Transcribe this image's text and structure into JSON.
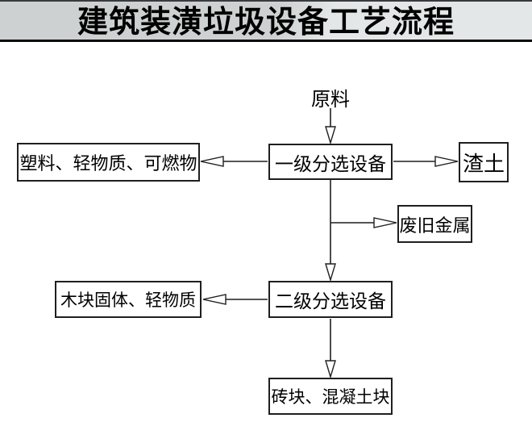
{
  "header": {
    "title": "建筑装潢垃圾设备工艺流程"
  },
  "flowchart": {
    "source_label": "原料",
    "nodes": {
      "level1_sorting": "一级分选设备",
      "plastics_light_combustibles": "塑料、轻物质、可燃物",
      "slag_soil": "渣土",
      "scrap_metal": "废旧金属",
      "level2_sorting": "二级分选设备",
      "wood_solids_light": "木块固体、轻物质",
      "brick_concrete_blocks": "砖块、混凝土块"
    }
  },
  "colors": {
    "header_background_left": "#ced1d1",
    "header_background_right": "#e3e7e7",
    "header_top_edge": "#3a3a3e",
    "header_rule": "#0d0d0d",
    "diagram_line": "#1f1f1f",
    "box_border": "#1f1f1f",
    "box_fill": "#ffffff",
    "text": "#000000",
    "page_background": "#ffffff"
  }
}
